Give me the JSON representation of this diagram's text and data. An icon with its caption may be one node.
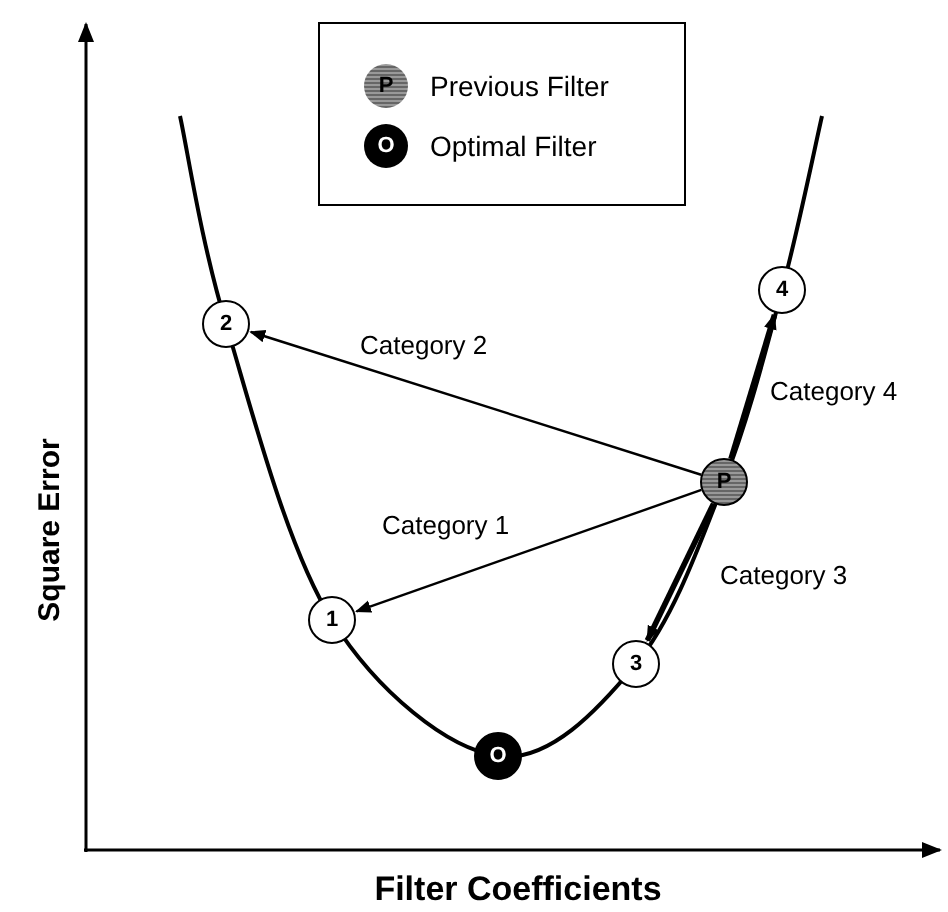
{
  "diagram": {
    "nodes": [
      {
        "text": [
          "4"
        ]
      },
      {
        "text": [
          "2"
        ]
      },
      {
        "text": [
          "P"
        ]
      },
      {
        "text": [
          "1"
        ]
      },
      {
        "text": [
          "3"
        ]
      },
      {
        "text": [
          "O"
        ]
      }
    ],
    "edges": [
      {
        "from": 2,
        "to": 1,
        "arrow": "to",
        "label": "Category 2"
      },
      {
        "from": 2,
        "to": 0,
        "arrow": "to",
        "label": "Category 4",
        "style": "thick"
      },
      {
        "from": 2,
        "to": 3,
        "arrow": "to",
        "label": "Category 1"
      },
      {
        "from": 2,
        "to": 4,
        "arrow": "to",
        "label": "Category 3",
        "style": "thick"
      }
    ],
    "labels": [
      "P",
      "O",
      "Square Error",
      "Filter Coefficients"
    ],
    "legend": [
      {
        "text": "Previous Filter"
      },
      {
        "text": "Optimal Filter"
      }
    ]
  }
}
